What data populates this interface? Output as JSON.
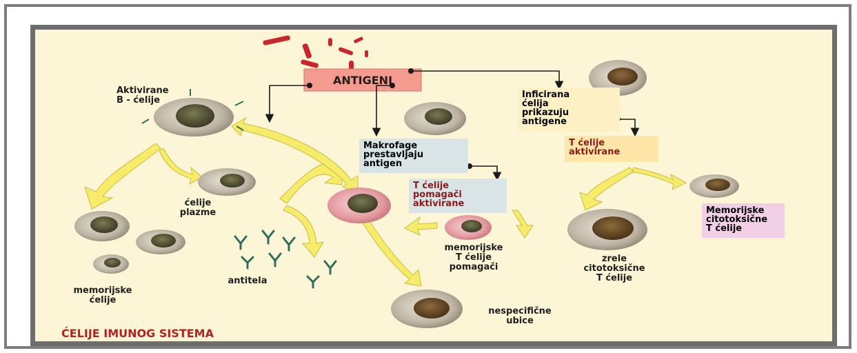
{
  "diagram": {
    "title": "ĆELIJE IMUNOG SISTEMA",
    "antigen_box": "ANTIGENI",
    "labels": {
      "activated_b": [
        "Aktivirane",
        "B - ćelije"
      ],
      "plasma": [
        "ćelije",
        "plazme"
      ],
      "antibodies": "antitela",
      "memory_cells": [
        "memorijske",
        "ćelije"
      ],
      "macrophages": [
        "Makrofage",
        "prestavljaju",
        "antigen"
      ],
      "t_helper_active": [
        "T ćelije",
        "pomagači",
        "aktivirane"
      ],
      "memory_t_helper": [
        "memorijske",
        "T ćelije",
        "pomagači"
      ],
      "natural_killers": [
        "nespecifične",
        "ubice"
      ],
      "infected_cell": [
        "Inficirana",
        "ćelija",
        "prikazuju",
        "antigene"
      ],
      "t_activated": [
        "T ćelije",
        "aktivirane"
      ],
      "memory_cytotoxic": [
        "Memorijske",
        "citotoksične",
        "T ćelije"
      ],
      "mature_cytotoxic": [
        "zrele",
        "citotoksične",
        "T ćelije"
      ]
    },
    "colors": {
      "background": "#fdf6d6",
      "antigen_box": "#f59a8e",
      "title_red": "#b22222",
      "blue_box": "#d9e4e6",
      "yellow_box": "#fde6a8",
      "pink_box": "#f1cfe6",
      "arrow_yellow": "#f7ec6a",
      "dark_red_text": "#8b1a1a"
    }
  }
}
